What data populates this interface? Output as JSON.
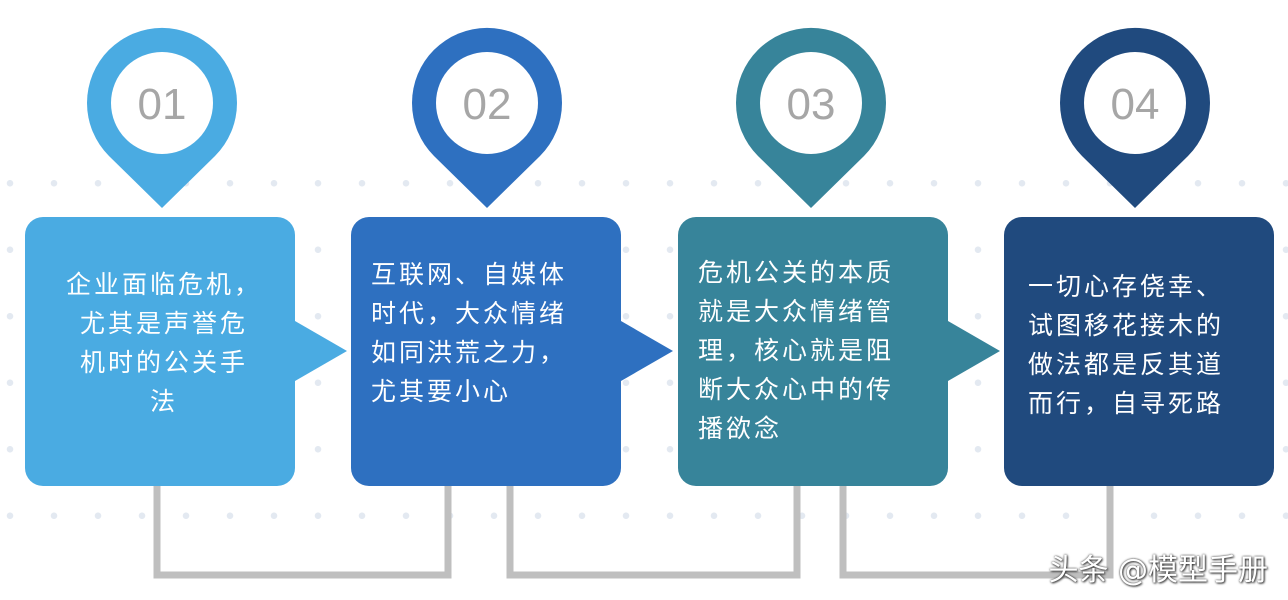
{
  "colors": {
    "step1": "#4aabe2",
    "step2": "#2e70c0",
    "step3": "#37849a",
    "step4": "#204a7e",
    "connector": "#bfbfbf",
    "number": "#a6a6a6"
  },
  "steps": [
    {
      "number": "01",
      "lines": [
        "企业面临危机，",
        "尤其是声誉危",
        "机时的公关手",
        "法"
      ]
    },
    {
      "number": "02",
      "lines": [
        "互联网、自媒体",
        "时代，大众情绪",
        "如同洪荒之力，",
        "尤其要小心"
      ]
    },
    {
      "number": "03",
      "lines": [
        "危机公关的本质",
        "就是大众情绪管",
        "理，核心就是阻",
        "断大众心中的传",
        "播欲念"
      ]
    },
    {
      "number": "04",
      "lines": [
        "一切心存侥幸、",
        "试图移花接木的",
        "做法都是反其道",
        "而行，自寻死路"
      ]
    }
  ],
  "watermark": "头条 @模型手册"
}
